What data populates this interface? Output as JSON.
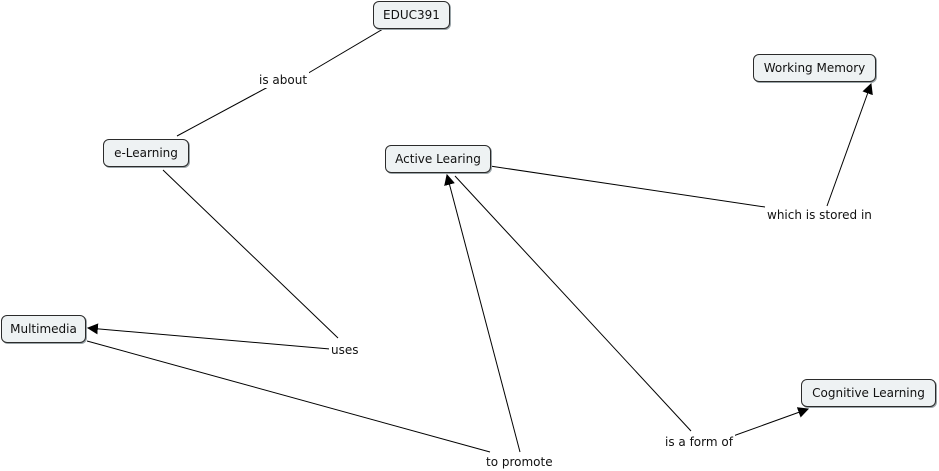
{
  "concepts": {
    "educ391": "EDUC391",
    "elearning": "e-Learning",
    "multimedia": "Multimedia",
    "active_learning": "Active Learing",
    "working_memory": "Working Memory",
    "cognitive_learning": "Cognitive Learning"
  },
  "links": {
    "is_about": "is about",
    "uses": "uses",
    "to_promote": "to promote",
    "is_a_form_of": "is a form of",
    "which_is_stored_in": "which is stored in"
  }
}
